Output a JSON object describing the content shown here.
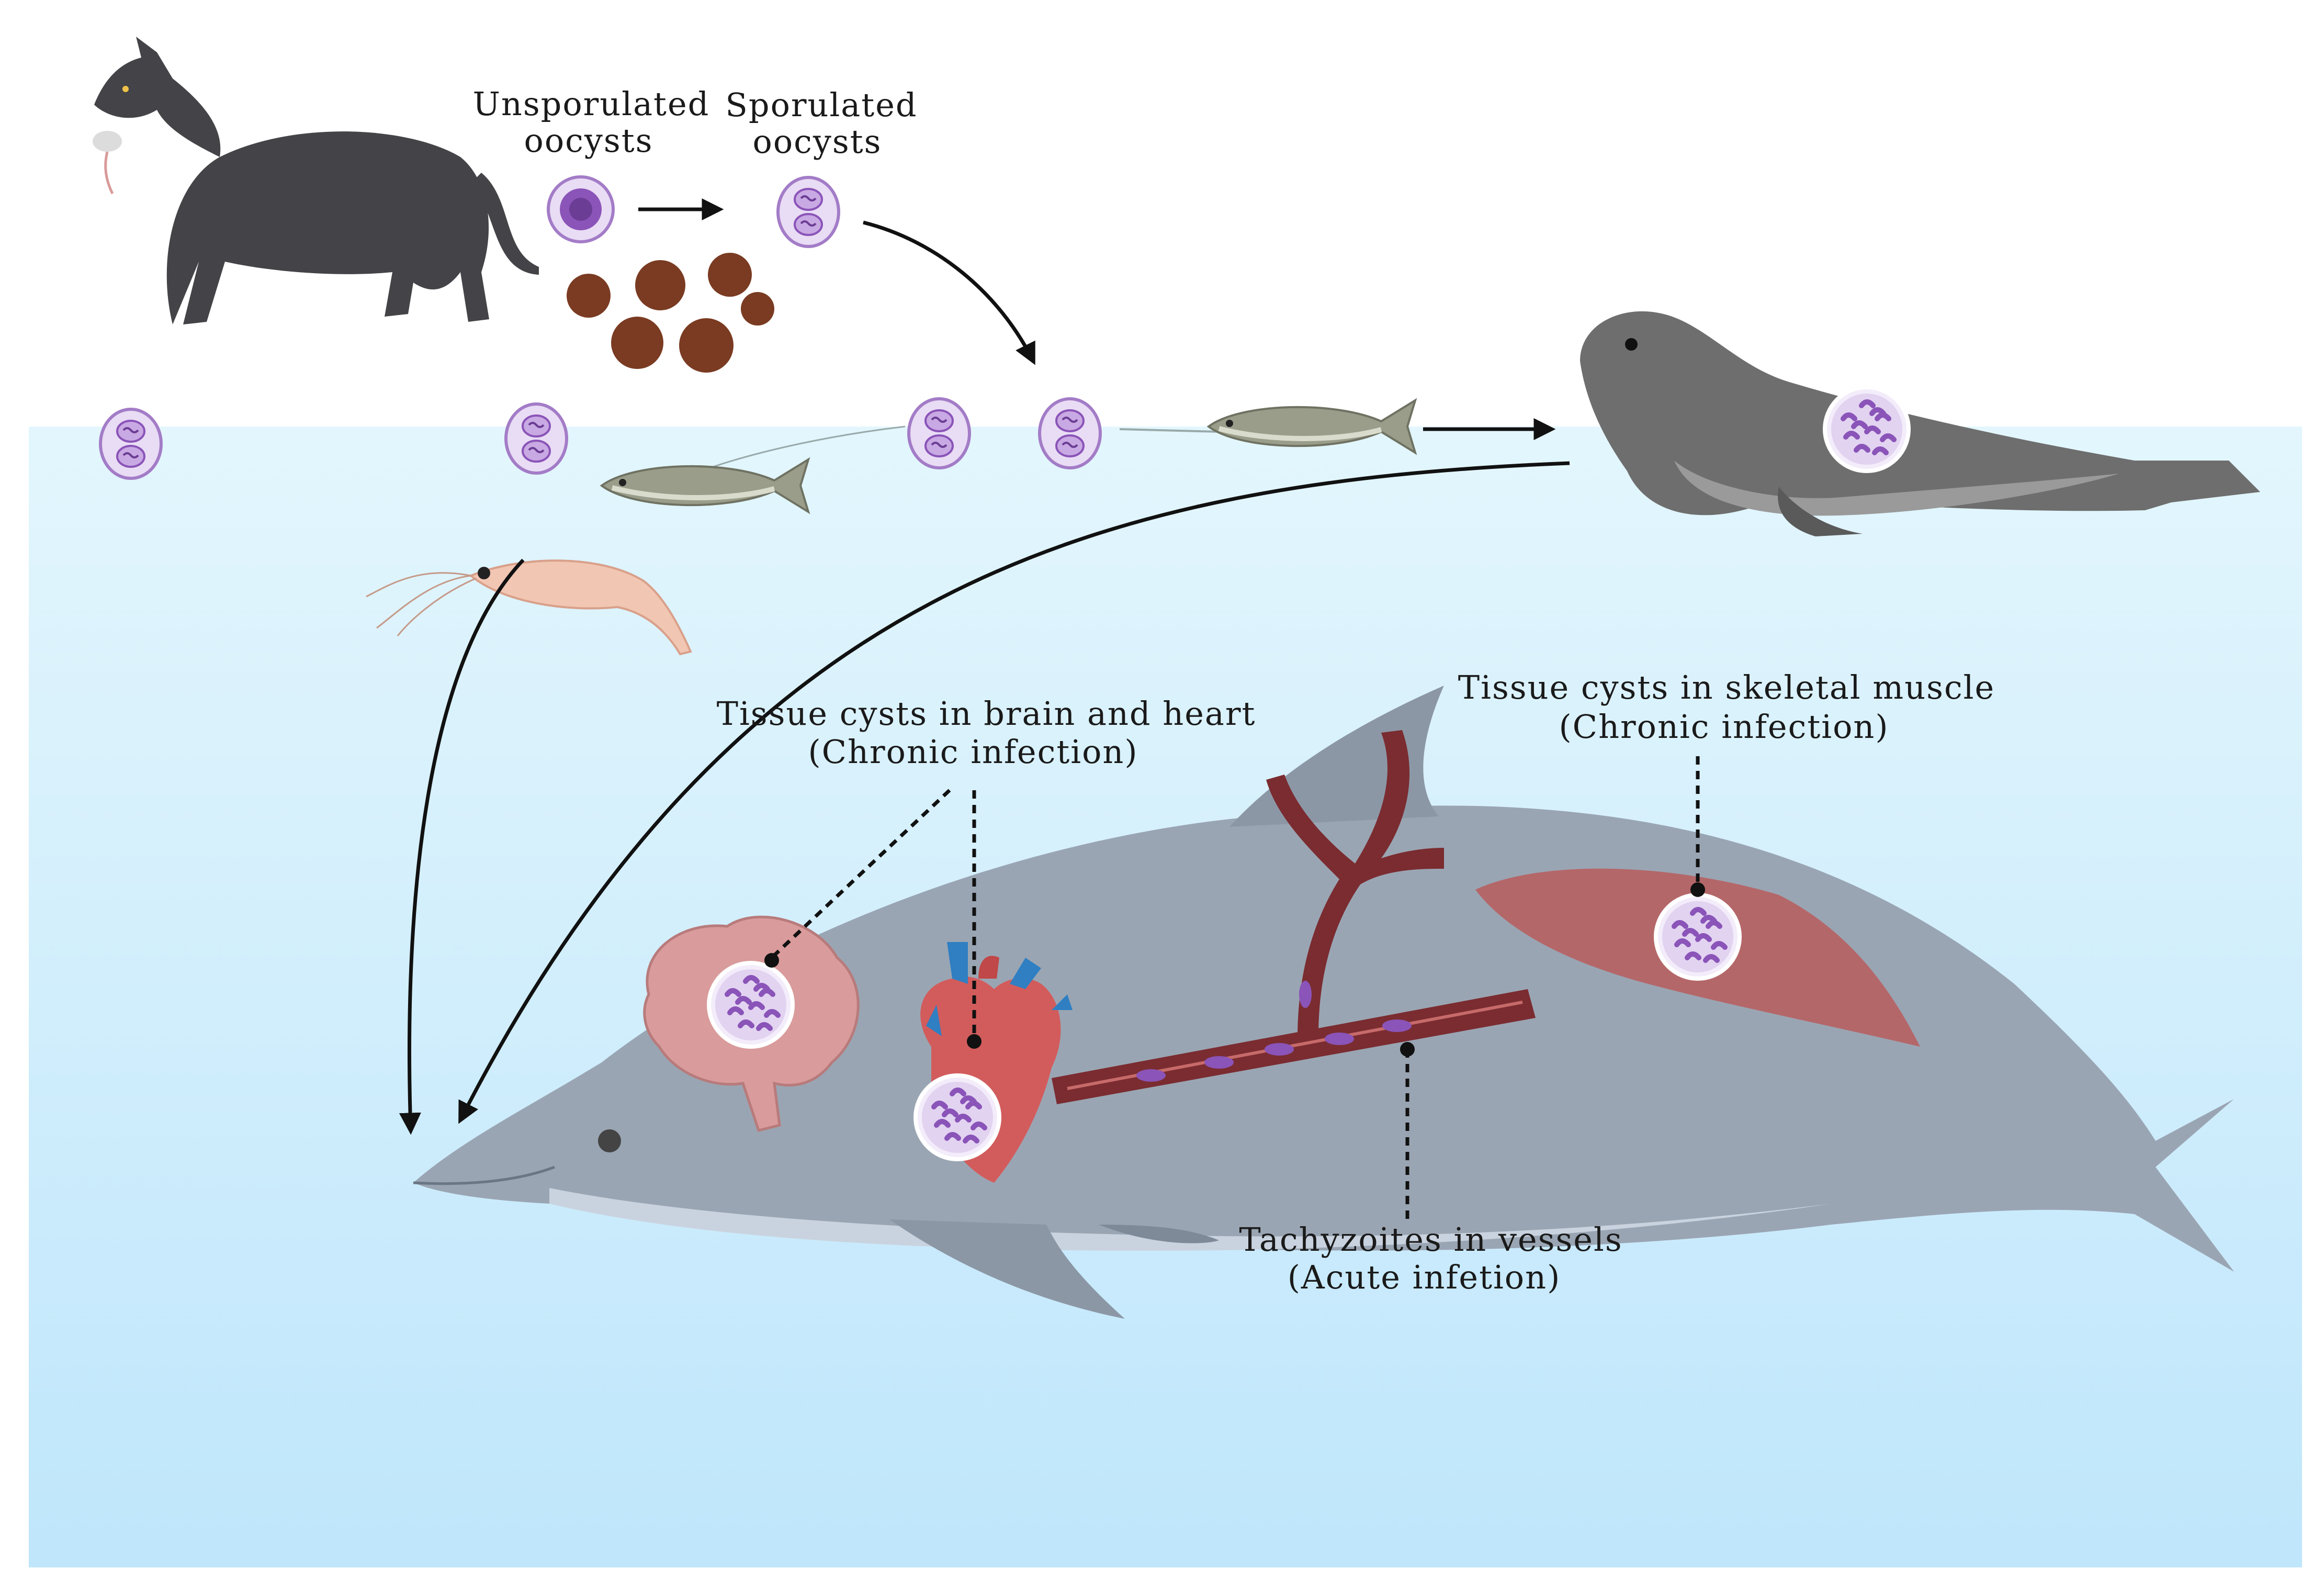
{
  "labels": {
    "unsporulated_line1": "Unsporulated",
    "unsporulated_line2": "oocysts",
    "sporulated_line1": "Sporulated",
    "sporulated_line2": "oocysts",
    "brain_heart_line1": "Tissue cysts in brain and heart",
    "brain_heart_line2": "(Chronic infection)",
    "muscle_line1": "Tissue cysts in skeletal muscle",
    "muscle_line2": "(Chronic infection)",
    "vessels_line1": "Tachyzoites in vessels",
    "vessels_line2": "(Acute infetion)"
  },
  "colors": {
    "sea_top": "#e3f6fd",
    "sea_bottom": "#bfe6fb",
    "cat": "#444448",
    "feces": "#7a3b22",
    "oocyst_fill": "#e9dcf5",
    "oocyst_stroke": "#a37cc7",
    "cyst_purple": "#8a54b8",
    "seal": "#6e6e6e",
    "fish": "#9a9d8a",
    "krill": "#f1c6b2",
    "dolphin": "#9aa5b3",
    "brain": "#d99b9b",
    "heart": "#d25c5c",
    "vein": "#2f7fc2",
    "vessel": "#7a2c30",
    "muscle": "#b85c5c",
    "arrow": "#111111"
  },
  "icons": [
    "cat-icon",
    "feces-icon",
    "oocyst-icon",
    "fish-icon",
    "krill-icon",
    "seal-icon",
    "dolphin-icon",
    "brain-icon",
    "heart-icon",
    "blood-vessel-icon",
    "muscle-icon",
    "tissue-cyst-icon",
    "arrow-icon"
  ]
}
